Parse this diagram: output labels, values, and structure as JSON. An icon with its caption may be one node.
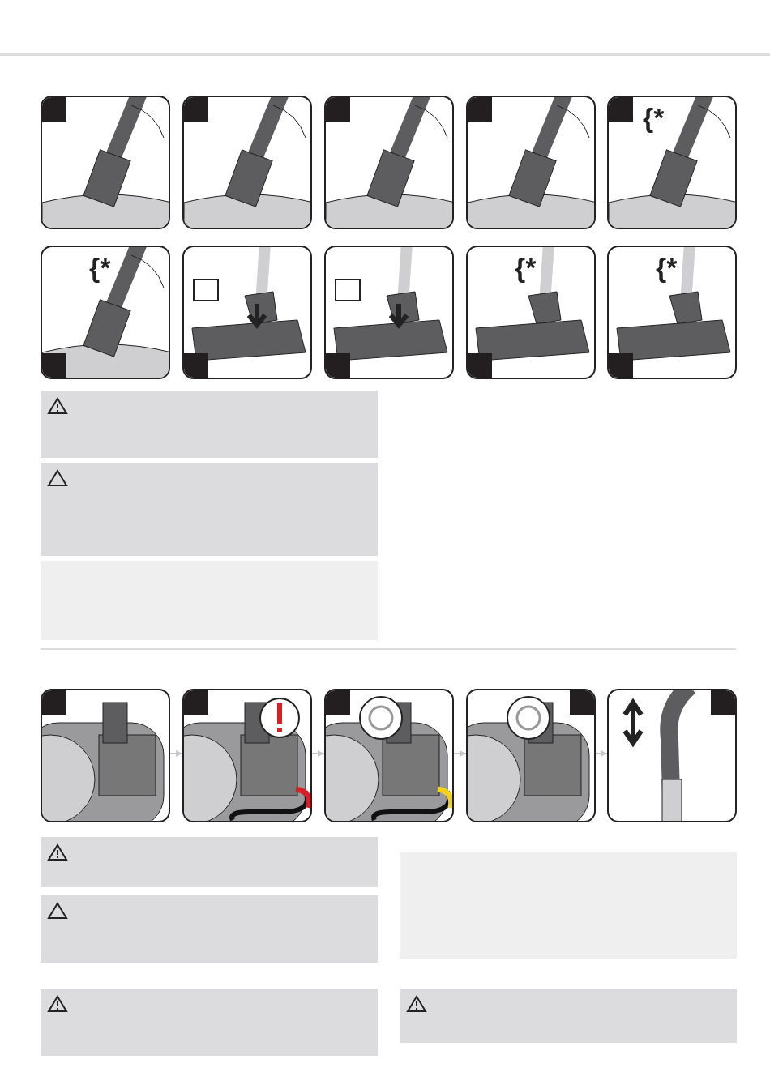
{
  "diagram": {
    "nodes": [
      {
        "text": [],
        "shape": "picture"
      },
      {
        "text": [],
        "shape": "picture"
      },
      {
        "text": [],
        "shape": "picture"
      },
      {
        "text": [],
        "shape": "picture"
      },
      {
        "text": [
          "{*"
        ]
      },
      {
        "text": [
          "{*"
        ]
      },
      {
        "text": [],
        "shape": "picture"
      },
      {
        "text": [],
        "shape": "picture"
      },
      {
        "text": [
          "{*"
        ]
      },
      {
        "text": [
          "{*"
        ]
      },
      {
        "text": [],
        "shape": "picture"
      },
      {
        "text": [],
        "shape": "picture"
      },
      {
        "text": [],
        "shape": "picture"
      },
      {
        "text": [],
        "shape": "picture"
      },
      {
        "text": [],
        "shape": "picture"
      },
      {
        "text": [],
        "shape": "box"
      },
      {
        "text": [],
        "shape": "box"
      },
      {
        "text": [],
        "shape": "box"
      },
      {
        "text": [],
        "shape": "box"
      },
      {
        "text": [],
        "shape": "box"
      },
      {
        "text": [],
        "shape": "box"
      },
      {
        "text": [],
        "shape": "box"
      },
      {
        "text": [],
        "shape": "box"
      }
    ],
    "edges": [
      {
        "from": 10,
        "to": 11,
        "arrow": "to"
      },
      {
        "from": 11,
        "to": 12,
        "arrow": "to"
      },
      {
        "from": 12,
        "to": 13,
        "arrow": "to"
      },
      {
        "from": 13,
        "to": 14,
        "arrow": "to"
      }
    ]
  }
}
